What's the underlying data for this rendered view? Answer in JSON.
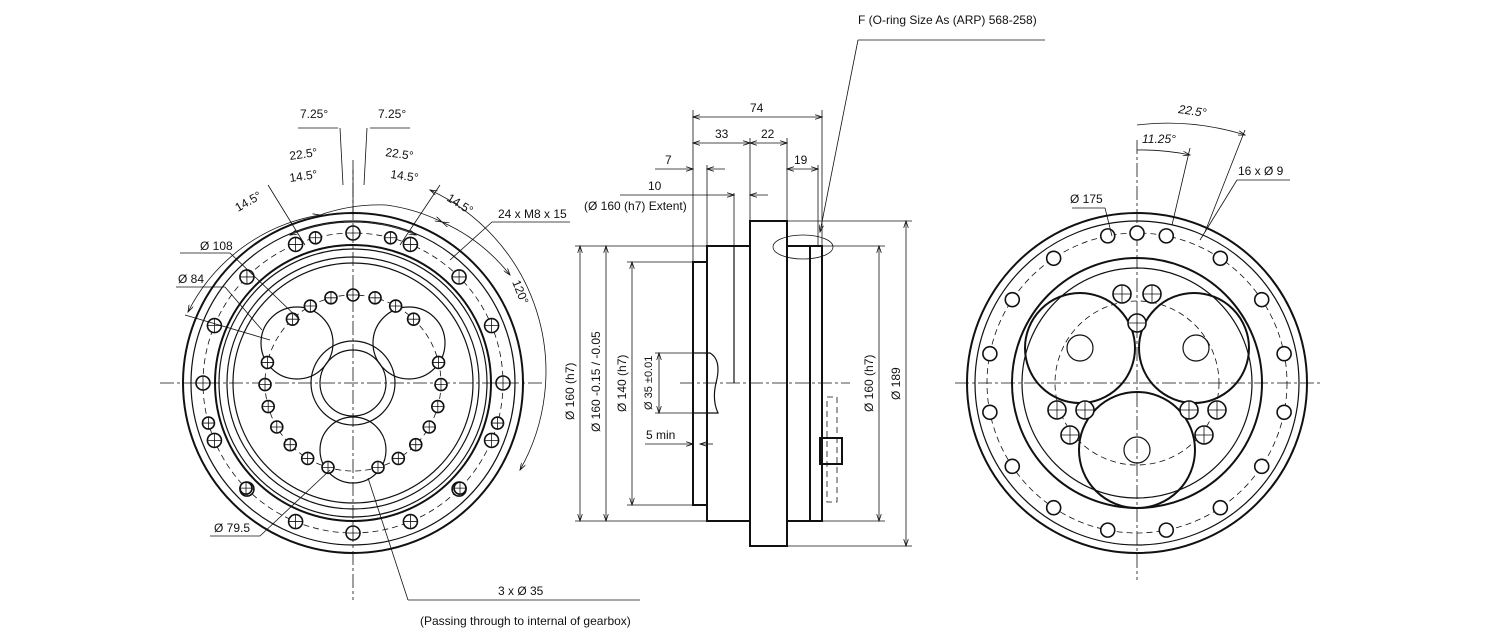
{
  "front_view": {
    "angle_7_25_left": "7.25°",
    "angle_7_25_right": "7.25°",
    "angle_22_5_left": "22.5°",
    "angle_22_5_right": "22.5°",
    "angle_14_5_a": "14.5°",
    "angle_14_5_b": "14.5°",
    "angle_14_5_c": "14.5°",
    "angle_14_5_d": "14.5°",
    "thread_holes": "24 x M8 x 15",
    "dia_108": "Ø 108",
    "dia_84": "Ø 84",
    "angle_120": "120°",
    "dia_79_5": "Ø 79.5",
    "through_holes": "3 x Ø 35",
    "through_holes_note": "(Passing through to internal of gearbox)"
  },
  "side_view": {
    "oring_note": "F (O-ring Size As (ARP) 568-258)",
    "dim_74": "74",
    "dim_33": "33",
    "dim_22": "22",
    "dim_7": "7",
    "dim_19": "19",
    "dim_10": "10",
    "dim_10_note": "(Ø 160 (h7) Extent)",
    "dia_160_h7_left": "Ø 160 (h7)",
    "dia_160_tol": "Ø 160 -0.15 / -0.05",
    "dia_140_h7": "Ø 140 (h7)",
    "dia_35": "Ø 35 ±0.01",
    "dim_5min": "5 min",
    "dia_160_h7_right": "Ø 160 (h7)",
    "dia_189": "Ø 189"
  },
  "rear_view": {
    "angle_22_5": "22.5°",
    "angle_11_25": "11.25°",
    "holes": "16 x Ø 9",
    "dia_175": "Ø 175"
  }
}
